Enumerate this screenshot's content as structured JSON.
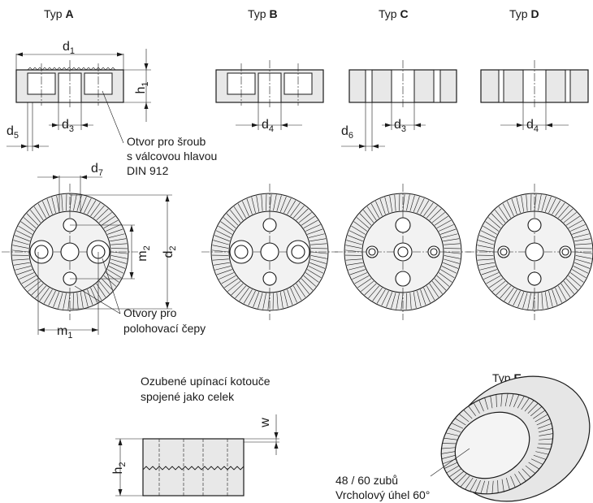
{
  "types": {
    "prefix": "Typ",
    "a": "A",
    "b": "B",
    "c": "C",
    "d": "D",
    "e": "E"
  },
  "dimensions": {
    "d1": {
      "main": "d",
      "sub": "1"
    },
    "d2": {
      "main": "d",
      "sub": "2"
    },
    "d3": {
      "main": "d",
      "sub": "3"
    },
    "d4": {
      "main": "d",
      "sub": "4"
    },
    "d5": {
      "main": "d",
      "sub": "5"
    },
    "d6": {
      "main": "d",
      "sub": "6"
    },
    "d7": {
      "main": "d",
      "sub": "7"
    },
    "h1": {
      "main": "h",
      "sub": "1"
    },
    "h2": {
      "main": "h",
      "sub": "2"
    },
    "m1": {
      "main": "m",
      "sub": "1"
    },
    "m2": {
      "main": "m",
      "sub": "2"
    },
    "w": {
      "main": "w"
    }
  },
  "notes": {
    "screw_hole": [
      "Otvor pro šroub",
      "s válcovou hlavou",
      "DIN 912"
    ],
    "pin_holes": [
      "Otvory pro",
      "polohovací čepy"
    ],
    "clamp_disks": [
      "Ozubené upínací kotouče",
      "spojené jako celek"
    ],
    "teeth": [
      "48 / 60 zubů",
      "Vrcholový úhel 60°"
    ]
  }
}
